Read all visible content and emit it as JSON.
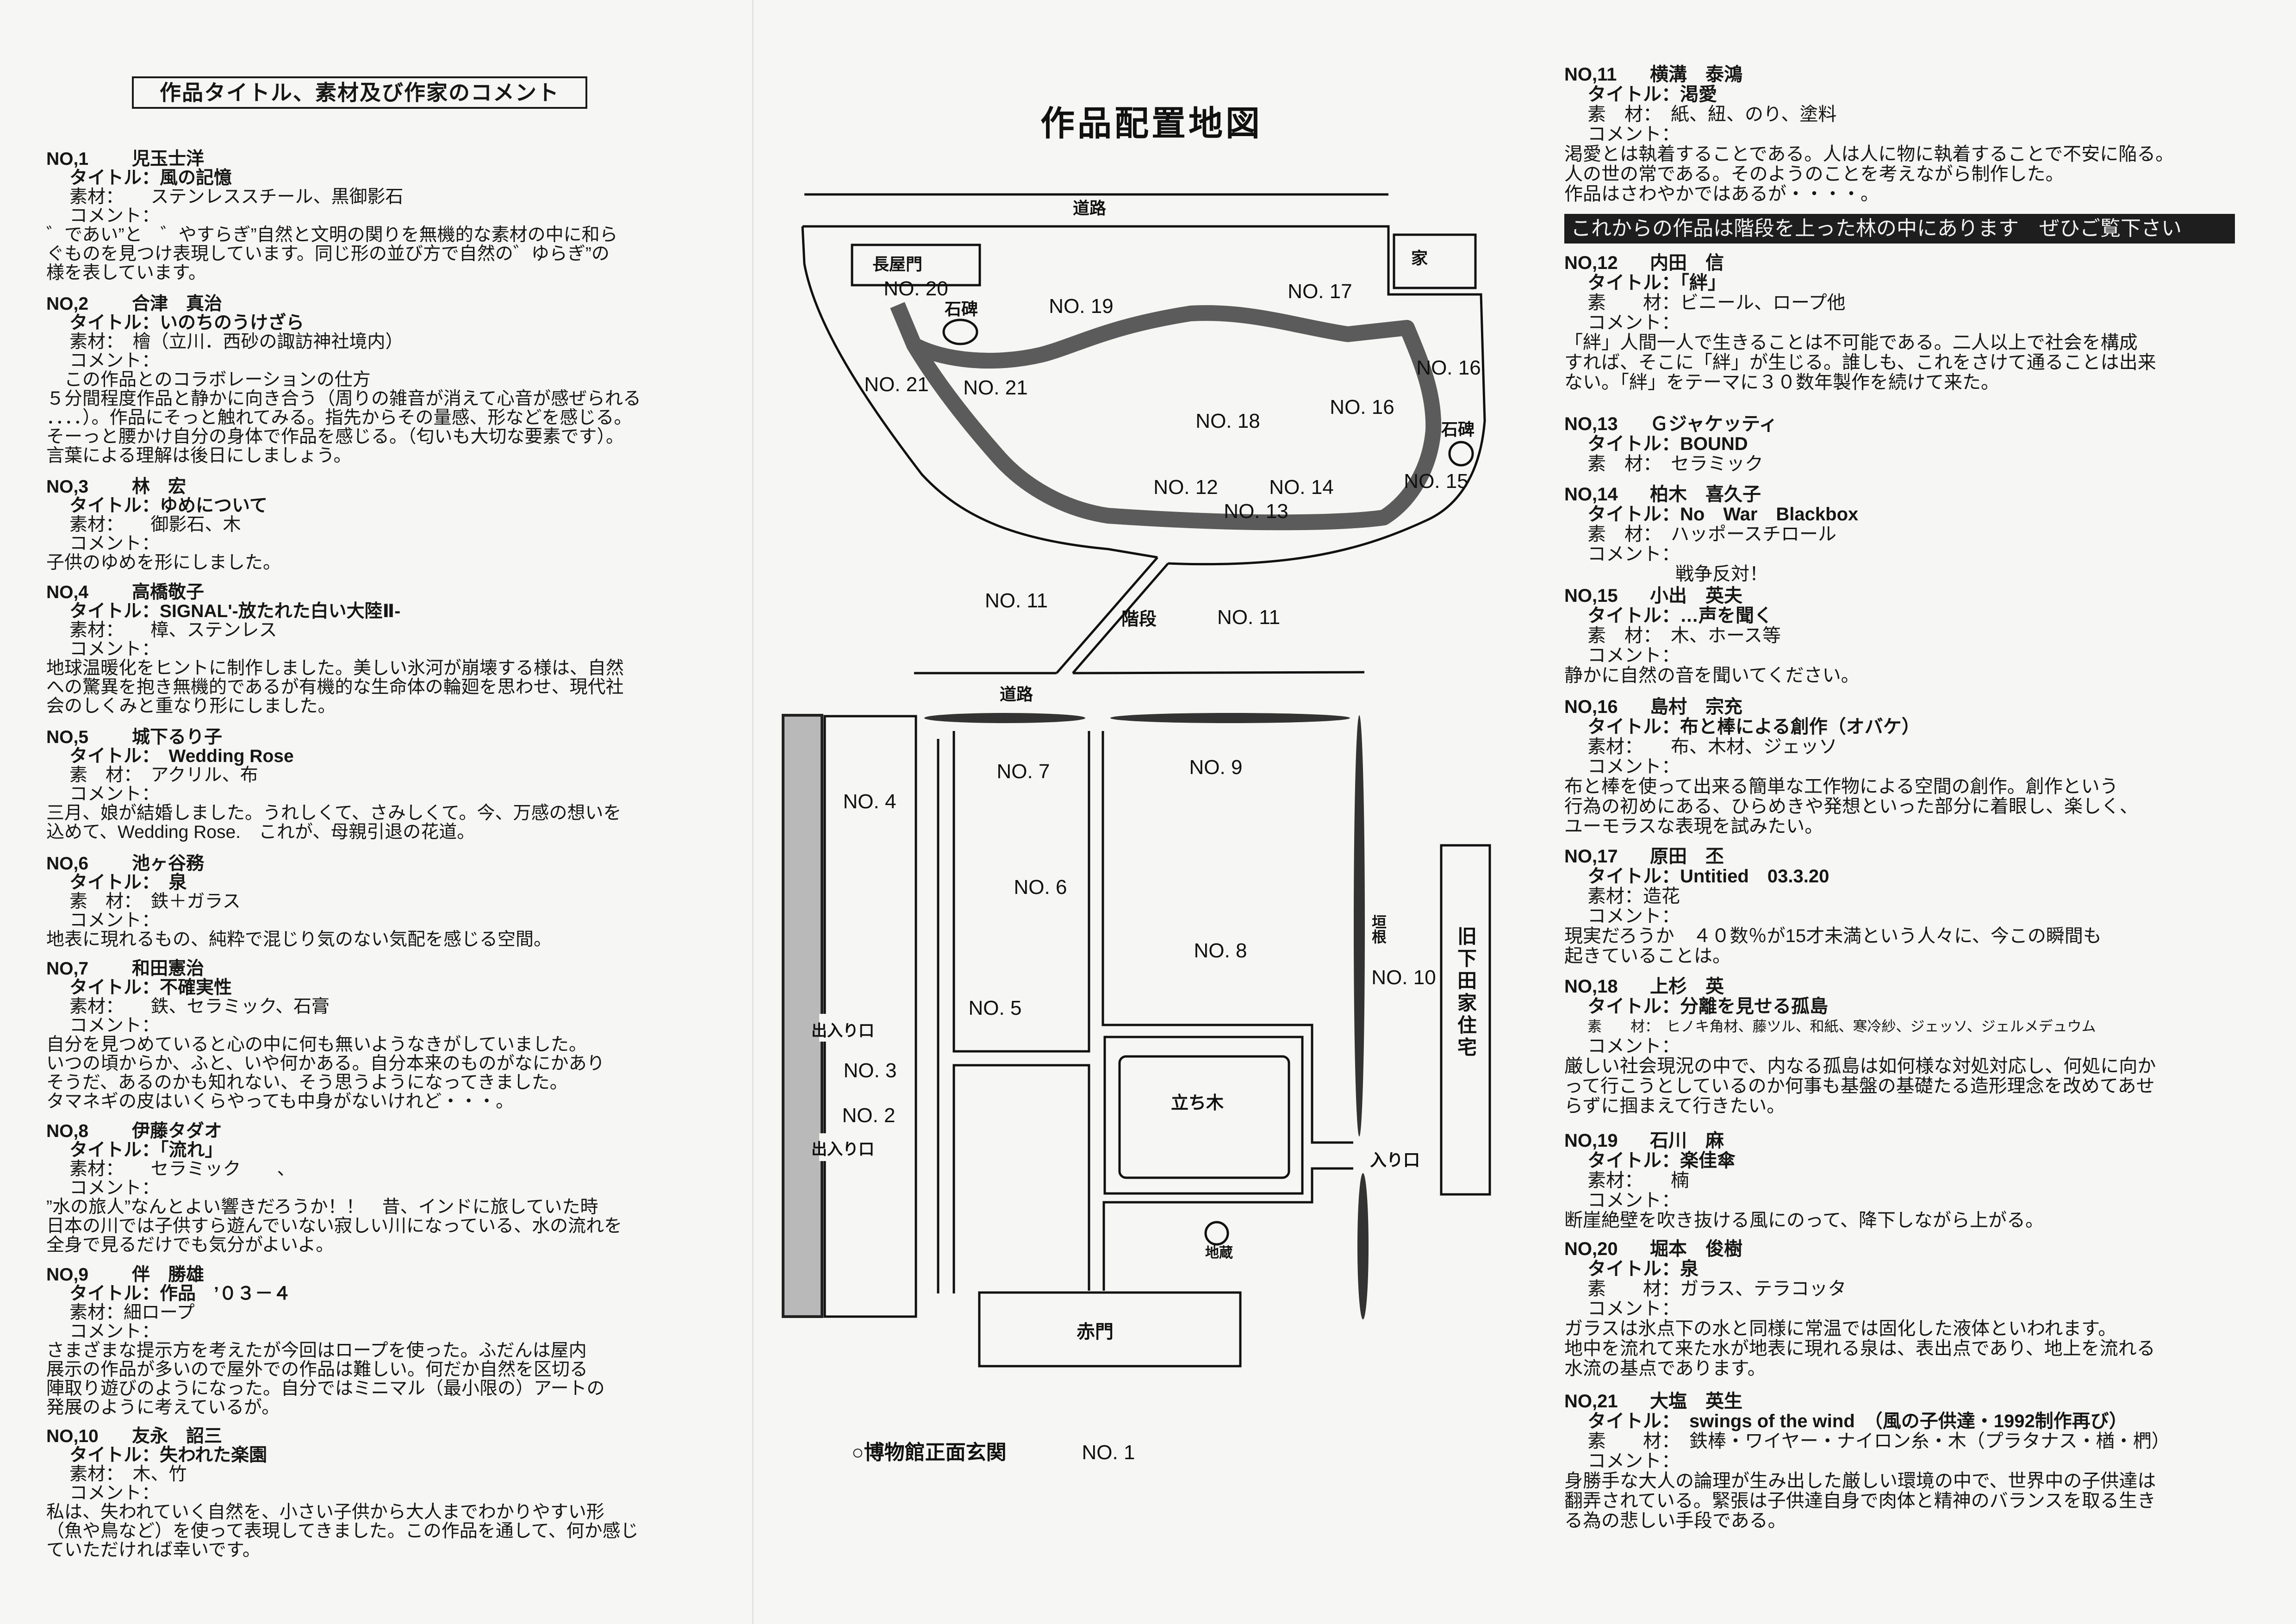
{
  "left_heading": "作品タイトル、素材及び作家のコメント",
  "left_entries": [
    {
      "no": "NO,1",
      "artist": "児玉士洋",
      "title_label": "タイトル：",
      "title": "風の記憶",
      "material_label": "素材：　　",
      "material": "ステンレススチール、黒御影石",
      "comment_label": "コメント：",
      "comment": [
        "゛であい”と　゛やすらぎ”自然と文明の関りを無機的な素材の中に和ら",
        "ぐものを見つけ表現しています。同じ形の並び方で自然の゛ゆらぎ”の",
        "様を表しています。"
      ]
    },
    {
      "no": "NO,2",
      "artist": "合津　真治",
      "title_label": "タイトル：",
      "title": "いのちのうけざら",
      "material_label": "素材：　",
      "material": "檜（立川．西砂の諏訪神社境内）",
      "comment_label": "コメント：",
      "comment": [
        "　この作品とのコラボレーションの仕方",
        "５分間程度作品と静かに向き合う（周りの雑音が消えて心音が感ぜられる",
        "．．．．）。作品にそっと触れてみる。指先からその量感、形などを感じる。",
        "そーっと腰かけ自分の身体で作品を感じる。（匂いも大切な要素です）。",
        "言葉による理解は後日にしましょう。"
      ]
    },
    {
      "no": "NO,3",
      "artist": "林　宏",
      "title_label": "タイトル：",
      "title": "ゆめについて",
      "material_label": "素材：　　",
      "material": "御影石、木",
      "comment_label": "コメント：",
      "comment": [
        "子供のゆめを形にしました。"
      ]
    },
    {
      "no": "NO,4",
      "artist": "高橋敬子",
      "title_label": "タイトル：",
      "title": "SIGNAL'-放たれた白い大陸Ⅱ-",
      "material_label": "素材：　　",
      "material": "樟、ステンレス",
      "comment_label": "コメント：",
      "comment": [
        "地球温暖化をヒントに制作しました。美しい氷河が崩壊する様は、自然",
        "への驚異を抱き無機的であるが有機的な生命体の輪廻を思わせ、現代社",
        "会のしくみと重なり形にしました。"
      ]
    },
    {
      "no": "NO,5",
      "artist": "城下るり子",
      "title_label": "タイトル：　",
      "title": "Wedding Rose",
      "material_label": "素　材：　",
      "material": "アクリル、布",
      "comment_label": "コメント：",
      "comment": [
        "三月、娘が結婚しました。うれしくて、さみしくて。今、万感の想いを",
        "込めて、Wedding Rose.　これが、母親引退の花道。"
      ]
    },
    {
      "no": "NO,6",
      "artist": "池ヶ谷務",
      "title_label": "タイトル：　",
      "title": "泉",
      "material_label": "素　材：　",
      "material": "鉄＋ガラス",
      "comment_label": "コメント：",
      "comment": [
        "地表に現れるもの、純粋で混じり気のない気配を感じる空間。"
      ]
    },
    {
      "no": "NO,7",
      "artist": "和田憲治",
      "title_label": "タイトル：",
      "title": "不確実性",
      "material_label": "素材：　　",
      "material": "鉄、セラミック、石膏",
      "comment_label": "コメント：",
      "comment": [
        "自分を見つめていると心の中に何も無いようなきがしていました。",
        "いつの頃からか、ふと、いや何かある。自分本来のものがなにかあり",
        "そうだ、あるのかも知れない、そう思うようになってきました。",
        "タマネギの皮はいくらやっても中身がないけれど・・・。"
      ]
    },
    {
      "no": "NO,8",
      "artist": "伊藤タダオ",
      "title_label": "タイトル：",
      "title": "「流れ」",
      "material_label": "素材：　　",
      "material": "セラミック　　、",
      "comment_label": "コメント：",
      "comment": [
        "”水の旅人”なんとよい響きだろうか！！　昔、インドに旅していた時",
        "日本の川では子供すら遊んでいない寂しい川になっている、水の流れを",
        "全身で見るだけでも気分がよいよ。"
      ]
    },
    {
      "no": "NO,9",
      "artist": "伴　勝雄",
      "title_label": "タイトル：",
      "title": "作品　’０３－４",
      "material_label": "素材：",
      "material": "細ロープ",
      "comment_label": "コメント：",
      "comment": [
        "さまざまな提示方を考えたが今回はロープを使った。ふだんは屋内",
        "展示の作品が多いので屋外での作品は難しい。何だか自然を区切る",
        "陣取り遊びのようになった。自分ではミニマル（最小限の）アートの",
        "発展のように考えているが。"
      ]
    },
    {
      "no": "NO,10",
      "artist": "友永　詔三",
      "title_label": "タイトル：",
      "title": "失われた楽園",
      "material_label": "素材：　",
      "material": "木、竹",
      "comment_label": "コメント：",
      "comment": [
        "私は、失われていく自然を、小さい子供から大人までわかりやすい形",
        "（魚や鳥など）を使って表現してきました。この作品を通して、何か感じ",
        "ていただければ幸いです。"
      ]
    }
  ],
  "right_banner": "これからの作品は階段を上った林の中にあります　ぜひご覧下さい",
  "right_entries": [
    {
      "no": "NO,11",
      "artist": "横溝　泰鴻",
      "title_label": "タイトル：",
      "title": "渇愛",
      "material_label": "素　材：　",
      "material": "紙、紐、のり、塗料",
      "comment_label": "コメント：",
      "comment": [
        "渇愛とは執着することである。人は人に物に執着することで不安に陥る。",
        "人の世の常である。そのようのことを考えながら制作した。",
        "作品はさわやかではあるが・・・・。"
      ]
    },
    {
      "no": "NO,12",
      "artist": "内田　信",
      "title_label": "タイトル：",
      "title": "「絆」",
      "material_label": "素　　材：",
      "material": "ビニール、ロープ他",
      "comment_label": "コメント：",
      "comment": [
        "「絆」人間一人で生きることは不可能である。二人以上で社会を構成",
        "すれば、そこに「絆」が生じる。誰しも、これをさけて通ることは出来",
        "ない。「絆」をテーマに３０数年製作を続けて来た。"
      ]
    },
    {
      "no": "NO,13",
      "artist": "Ｇジャケッティ",
      "title_label": "タイトル：",
      "title": "BOUND",
      "material_label": "素　材：　",
      "material": "セラミック",
      "comment_label": null,
      "comment": []
    },
    {
      "no": "NO,14",
      "artist": "柏木　喜久子",
      "title_label": "タイトル：",
      "title": "No　War　Blackbox",
      "material_label": "素　材：　",
      "material": "ハッポースチロール",
      "comment_label": "コメント：",
      "comment": [
        "　　　　　　戦争反対！"
      ]
    },
    {
      "no": "NO,15",
      "artist": "小出　英夫",
      "title_label": "タイトル：",
      "title": "…声を聞く",
      "material_label": "素　材：　",
      "material": "木、ホース等",
      "comment_label": "コメント：",
      "comment": [
        "静かに自然の音を聞いてください。"
      ]
    },
    {
      "no": "NO,16",
      "artist": "島村　宗充",
      "title_label": "タイトル：",
      "title": "布と棒による創作（オバケ）",
      "material_label": "素材：　　",
      "material": "布、木材、ジェッソ",
      "comment_label": "コメント：",
      "comment": [
        "布と棒を使って出来る簡単な工作物による空間の創作。創作という",
        "行為の初めにある、ひらめきや発想といった部分に着眼し、楽しく、",
        "ユーモラスな表現を試みたい。"
      ]
    },
    {
      "no": "NO,17",
      "artist": "原田　丕",
      "title_label": "タイトル：",
      "title": "Untitied　03.3.20",
      "material_label": "素材：",
      "material": "造花",
      "comment_label": "コメント：",
      "comment": [
        "現実だろうか　４０数％が15才未満という人々に、今この瞬間も",
        "起きていることは。"
      ]
    },
    {
      "no": "NO,18",
      "artist": "上杉　英",
      "title_label": "タイトル：",
      "title": "分離を見せる孤島",
      "material_label": "素　　材：　",
      "material": "ヒノキ角材、藤ツル、和紙、寒冷紗、ジェッソ、ジェルメデュウム",
      "comment_label": "コメント：",
      "comment": [
        "厳しい社会現況の中で、内なる孤島は如何様な対処対応し、何処に向か",
        "って行こうとしているのか何事も基盤の基礎たる造形理念を改めてあせ",
        "らずに掴まえて行きたい。"
      ]
    },
    {
      "no": "NO,19",
      "artist": "石川　麻",
      "title_label": "タイトル：",
      "title": "楽佳傘",
      "material_label": "素材：　　",
      "material": "楠",
      "comment_label": "コメント：",
      "comment": [
        "断崖絶壁を吹き抜ける風にのって、降下しながら上がる。"
      ]
    },
    {
      "no": "NO,20",
      "artist": "堀本　俊樹",
      "title_label": "タイトル：",
      "title": "泉",
      "material_label": "素　　材：",
      "material": "ガラス、テラコッタ",
      "comment_label": "コメント：",
      "comment": [
        "ガラスは氷点下の水と同様に常温では固化した液体といわれます。",
        "地中を流れて来た水が地表に現れる泉は、表出点であり、地上を流れる",
        "水流の基点であります。"
      ]
    },
    {
      "no": "NO,21",
      "artist": "大塩　英生",
      "title_label": "タイトル：　",
      "title": "swings of the wind　（風の子供達・1992制作再び）",
      "material_label": "素　　材：　",
      "material": "鉄棒・ワイヤー・ナイロン糸・木（プラタナス・楢・椚）",
      "comment_label": "コメント：",
      "comment": [
        "身勝手な大人の論理が生み出した厳しい環境の中で、世界中の子供達は",
        "翻弄されている。緊張は子供達自身で肉体と精神のバランスを取る生き",
        "る為の悲しい手段である。"
      ]
    }
  ],
  "map": {
    "title": "作品配置地図",
    "road": "道路",
    "nagayamon": "長屋門",
    "house": "家",
    "stone_monument": "石碑",
    "stairs": "階段",
    "standing_tree": "立ち木",
    "jizo": "地蔵",
    "akamon": "赤門",
    "entrance": "入り口",
    "exit_entrance": "出入り口",
    "hedge": "垣根",
    "former_shimoda_residence": "旧下田家住宅",
    "legend_museum": "○博物館正面玄関",
    "legend_no": "NO. 1",
    "markers": [
      "NO. 20",
      "NO. 19",
      "NO. 17",
      "NO. 21",
      "NO. 21",
      "NO. 18",
      "NO. 16",
      "NO. 16",
      "NO. 12",
      "NO. 14",
      "NO. 13",
      "NO. 15",
      "NO. 11",
      "NO. 11",
      "NO. 4",
      "NO. 7",
      "NO. 9",
      "NO. 6",
      "NO. 8",
      "NO. 10",
      "NO. 5",
      "NO. 3",
      "NO. 2"
    ]
  }
}
